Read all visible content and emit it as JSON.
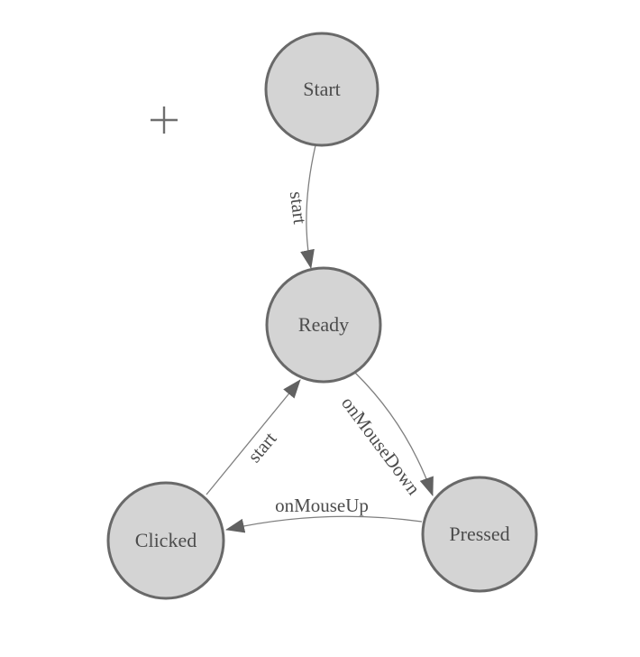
{
  "diagram": {
    "type": "state-machine",
    "colors": {
      "background": "#ffffff",
      "node_fill": "#d4d4d4",
      "node_stroke": "#696969",
      "edge": "#7f7f7f",
      "arrowhead": "#616161",
      "label_text": "#4c4c4c",
      "crosshair": "#6e6e6e"
    },
    "icons": [
      {
        "name": "crosshair-icon"
      },
      {
        "name": "arrowhead-icon"
      }
    ],
    "nodes": [
      {
        "id": "start",
        "label": "Start"
      },
      {
        "id": "ready",
        "label": "Ready"
      },
      {
        "id": "clicked",
        "label": "Clicked"
      },
      {
        "id": "pressed",
        "label": "Pressed"
      }
    ],
    "edges": [
      {
        "from": "start",
        "to": "ready",
        "label": "start"
      },
      {
        "from": "ready",
        "to": "pressed",
        "label": "onMouseDown"
      },
      {
        "from": "pressed",
        "to": "clicked",
        "label": "onMouseUp"
      },
      {
        "from": "clicked",
        "to": "ready",
        "label": "start"
      }
    ]
  }
}
